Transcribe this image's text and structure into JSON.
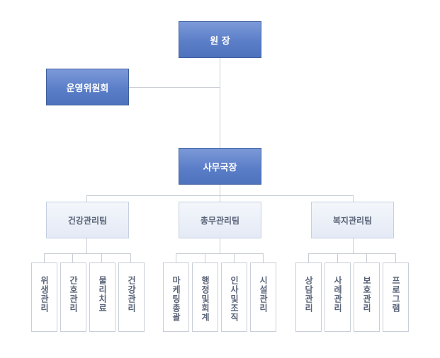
{
  "director": "원 장",
  "committee": "운영위원회",
  "secretary_general": "사무국장",
  "teams": [
    {
      "name": "건강관리팀",
      "units": [
        "위생관리",
        "간호관리",
        "물리치료",
        "건강관리"
      ]
    },
    {
      "name": "총무관리팀",
      "units": [
        "마케팅총괄",
        "행정및회계",
        "인사및조직",
        "시설관리"
      ]
    },
    {
      "name": "복지관리팀",
      "units": [
        "상담관리",
        "사례관리",
        "보호관리",
        "프로그램"
      ]
    }
  ],
  "colors": {
    "primary": "#5b7ec8",
    "team_fill": "#e4eaf5",
    "line": "#c8ccd4",
    "text": "#5a6478"
  }
}
